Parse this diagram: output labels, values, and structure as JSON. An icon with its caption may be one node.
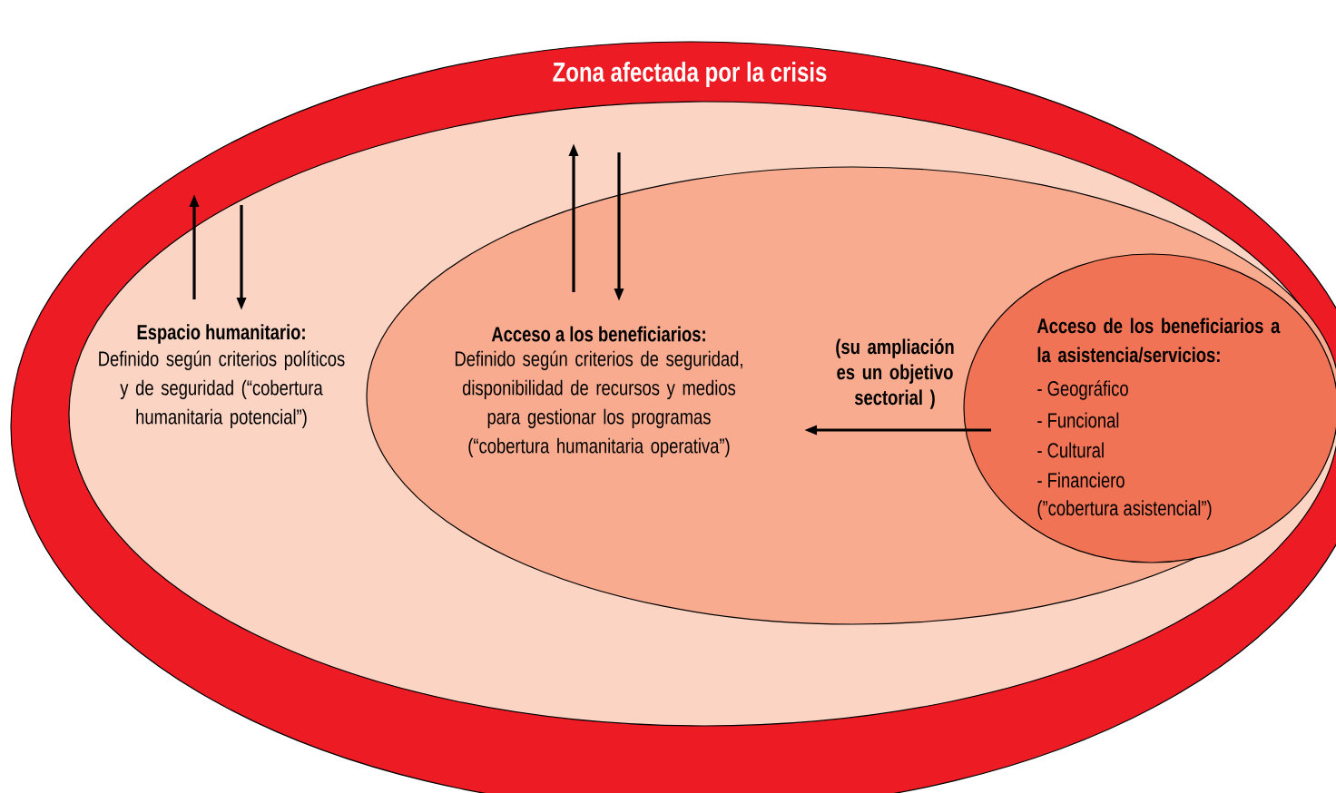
{
  "diagram": {
    "nodes": [
      {
        "text": [
          "Zona afectada por la crisis"
        ]
      },
      {
        "text": [
          "Espacio humanitario:",
          "Definido según criterios políticos y de seguridad (“cobertura humanitaria potencial”)"
        ],
        "in": 0
      },
      {
        "text": [
          "Acceso a los beneficiarios:",
          "Definido según criterios de seguridad, disponibilidad de recursos y medios para gestionar los programas (“cobertura humanitaria operativa”)"
        ],
        "in": 1
      },
      {
        "text": [
          "Acceso de los beneficiarios a la asistencia/servicios:",
          "- Geográfico",
          "- Funcional",
          "- Cultural",
          "- Financiero",
          "(”cobertura asistencial”)"
        ],
        "in": 2
      }
    ],
    "labels": [
      "(su ampliación es un objetivo sectorial )"
    ]
  }
}
